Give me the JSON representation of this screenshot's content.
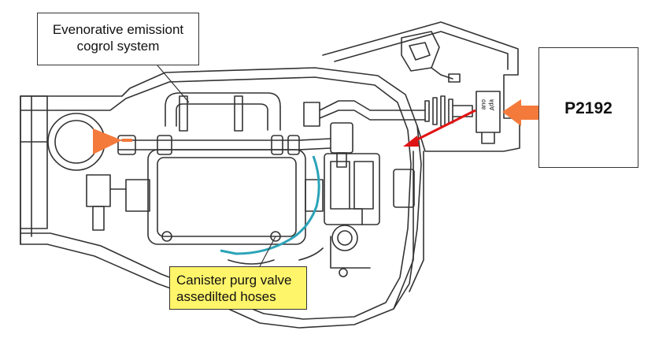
{
  "title_callout": {
    "lines": [
      "Evenorative emissiont",
      "cogrol system"
    ]
  },
  "code_callout": {
    "text": "P2192"
  },
  "note_callout": {
    "lines": [
      "Canister purg valve",
      "assedilted hoses"
    ]
  },
  "sensor_label": {
    "lines": [
      "ouɐ",
      "ɐp∀"
    ]
  },
  "colors": {
    "line": "#333333",
    "orange": "#f47a3c",
    "red": "#e01414",
    "teal": "#2aa3b8",
    "note_fill": "#fff56a"
  },
  "icons": [
    "orange-arrow-icon",
    "red-arrow-icon"
  ]
}
